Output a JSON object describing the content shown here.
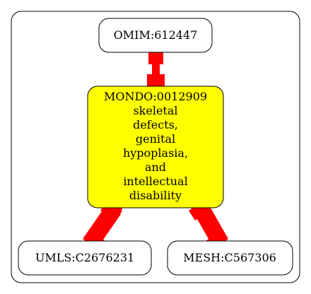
{
  "nodes": {
    "top": {
      "label": "OMIM:612447"
    },
    "center": {
      "lines": [
        "MONDO:0012909",
        "skeletal",
        "defects,",
        "genital",
        "hypoplasia,",
        "and",
        "intellectual",
        "disability"
      ],
      "fill": "#ffff00"
    },
    "bottom_left": {
      "label": "UMLS:C2676231"
    },
    "bottom_right": {
      "label": "MESH:C567306"
    }
  },
  "edges": [
    {
      "from": "top",
      "to": "center"
    },
    {
      "from": "center",
      "to": "bottom_left"
    },
    {
      "from": "center",
      "to": "bottom_right"
    }
  ],
  "colors": {
    "edge": "#ff0000",
    "node_fill": "#ffffff",
    "node_stroke": "#000000",
    "text": "#000000"
  }
}
